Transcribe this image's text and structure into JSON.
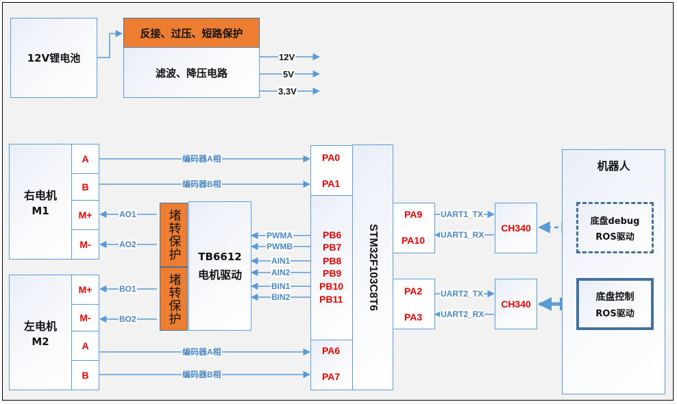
{
  "power": {
    "battery": "12V锂电池",
    "protection": "反接、过压、短路保护",
    "regulator": "滤波、降压电路",
    "outputs": [
      "12V",
      "5V",
      "3.3V"
    ]
  },
  "right_motor": {
    "name_line1": "右电机",
    "name_line2": "M1",
    "pins": [
      "A",
      "B",
      "M+",
      "M-"
    ]
  },
  "left_motor": {
    "name_line1": "左电机",
    "name_line2": "M2",
    "pins": [
      "M+",
      "M-",
      "A",
      "B"
    ]
  },
  "stall_protect": {
    "label": "堵转保护"
  },
  "driver": {
    "line1": "TB6612",
    "line2": "电机驱动"
  },
  "mcu": {
    "name": "STM32F103C8T6",
    "encoder_right_pins": [
      "PA0",
      "PA1"
    ],
    "pwm_pins": [
      "PB6",
      "PB7",
      "PB8",
      "PB9",
      "PB10",
      "PB11"
    ],
    "encoder_left_pins": [
      "PA6",
      "PA7"
    ],
    "uart1_pins": [
      "PA9",
      "PA10"
    ],
    "uart2_pins": [
      "PA2",
      "PA3"
    ]
  },
  "signals": {
    "encoder_a": "编码器A相",
    "encoder_b": "编码器B相",
    "driver_inputs": [
      "PWMA",
      "PWMB",
      "AIN1",
      "AIN2",
      "BIN1",
      "BIN2"
    ],
    "motor_a_outputs": [
      "AO1",
      "AO2"
    ],
    "motor_b_outputs": [
      "BO1",
      "BO2"
    ],
    "uart1": [
      "UART1_TX",
      "UART1_RX"
    ],
    "uart2": [
      "UART2_TX",
      "UART2_RX"
    ]
  },
  "usb_serial": {
    "chip1": "CH340",
    "chip2": "CH340"
  },
  "robot": {
    "title": "机器人",
    "debug_line1": "底盘debug",
    "debug_line2": "ROS驱动",
    "control_line1": "底盘控制",
    "control_line2": "ROS驱动"
  },
  "colors": {
    "line": "#5b9bd5",
    "protect": "#ed7d31",
    "pin_text": "#e00000"
  }
}
